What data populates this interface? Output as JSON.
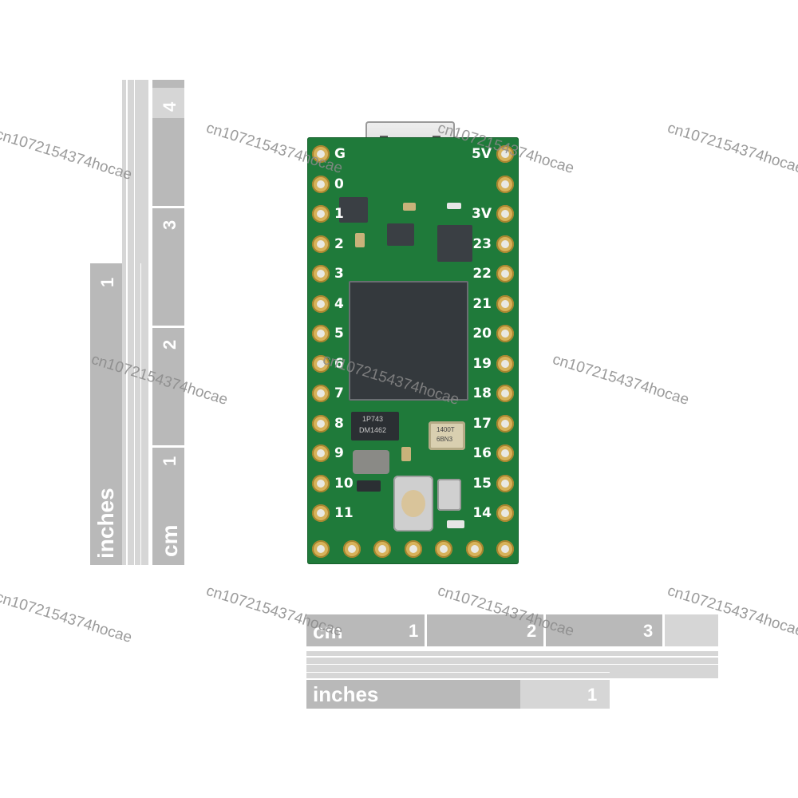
{
  "vertical_ruler": {
    "inches_label": "inches",
    "inch_ticks": [
      "1"
    ],
    "cm_label": "cm",
    "cm_ticks": [
      "1",
      "2",
      "3",
      "4"
    ]
  },
  "horizontal_ruler": {
    "cm_label": "cm",
    "cm_ticks": [
      "1",
      "2",
      "3"
    ],
    "inches_label": "inches",
    "inch_ticks": [
      "1"
    ]
  },
  "board": {
    "left_pins": [
      "G",
      "0",
      "1",
      "2",
      "3",
      "4",
      "5",
      "6",
      "7",
      "8",
      "9",
      "10",
      "11"
    ],
    "right_pins": [
      "5V",
      "",
      "3V",
      "23",
      "22",
      "21",
      "20",
      "19",
      "18",
      "17",
      "16",
      "15",
      "14"
    ],
    "chip_markings": [
      "1P743",
      "DM1462"
    ],
    "crystal_markings": [
      "1400T",
      "6BN3"
    ]
  },
  "watermark": "cn1072154374hocae",
  "colors": {
    "pcb": "#1f7a3a",
    "pad": "#d7b25a",
    "ruler": "#b9b9b9"
  }
}
